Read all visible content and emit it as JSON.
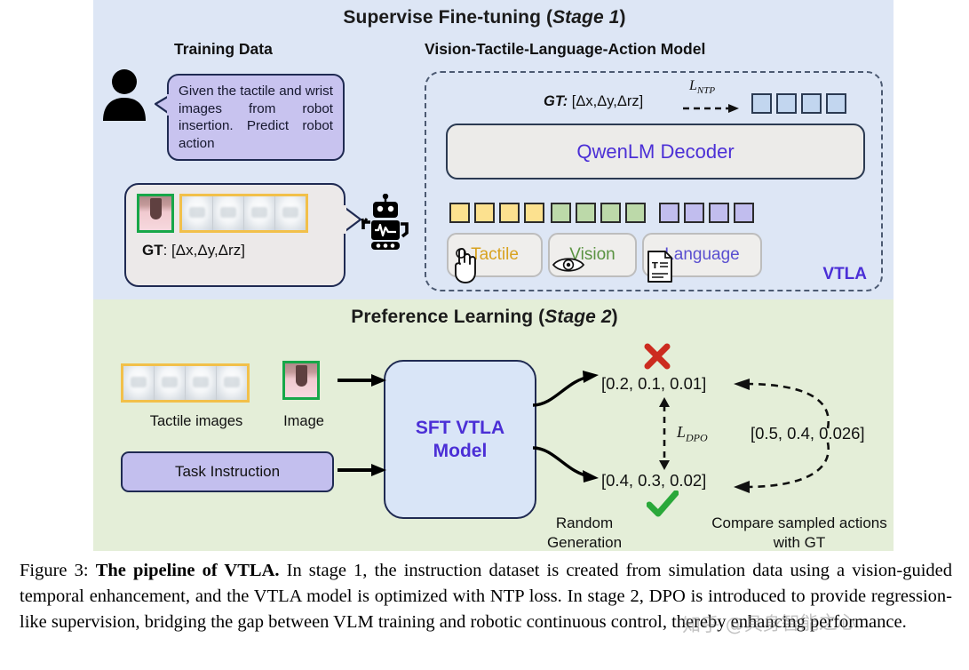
{
  "stage1": {
    "title_main": "Supervise Fine-tuning (",
    "title_italic": "Stage 1",
    "title_end": ")",
    "training_data_title": "Training Data",
    "vtla_title": "Vision-Tactile-Language-Action Model",
    "instruction_text": "Given the tactile and wrist images from robot insertion. Predict robot action",
    "gt_label_bold": "GT",
    "gt_label_rest": ": [Δx,Δy,Δrz]",
    "gt_top_bold": "GT:",
    "gt_top_rest": " [Δx,Δy,Δrz]",
    "ntp_loss": "L",
    "ntp_loss_sub": "NTP",
    "decoder_label": "QwenLM Decoder",
    "vtla_badge": "VTLA",
    "modalities": [
      {
        "label": "Tactile",
        "icon": "hand-icon",
        "color": "#d8a21f"
      },
      {
        "label": "Vision",
        "icon": "eye-icon",
        "color": "#5a9342"
      },
      {
        "label": "Language",
        "icon": "document-icon",
        "color": "#5a4fd0"
      }
    ],
    "token_counts": {
      "tactile": 4,
      "vision": 4,
      "language": 4,
      "ntp_output": 4
    }
  },
  "stage2": {
    "title_main": "Preference Learning (",
    "title_italic": "Stage 2",
    "title_end": ")",
    "tactile_images_label": "Tactile images",
    "image_label": "Image",
    "task_instruction_label": "Task Instruction",
    "model_line1": "SFT VTLA",
    "model_line2": "Model",
    "rejected_action": "[0.2, 0.1, 0.01]",
    "chosen_action": "[0.4, 0.3, 0.02]",
    "gt_action": "[0.5, 0.4, 0.026]",
    "dpo_loss": "L",
    "dpo_loss_sub": "DPO",
    "random_generation_label": "Random Generation",
    "compare_label": "Compare sampled actions with GT",
    "cross_mark": "✖",
    "check_mark": "✔"
  },
  "caption": {
    "figure_number": "Figure 3: ",
    "title": "The pipeline of VTLA.",
    "body": " In stage 1, the instruction dataset is created from simulation data using a vision-guided temporal enhancement, and the VTLA model is optimized with NTP loss. In stage 2, DPO is introduced to provide regression-like supervision, bridging the gap between VLM training and robotic continuous control, thereby enhancing performance."
  },
  "watermark": {
    "text": "知乎 @具身智能之心"
  },
  "colors": {
    "stage1_bg": "#dde6f5",
    "stage2_bg": "#e4eed8",
    "accent_purple": "#4b2fd6",
    "token_yellow": "#fce18f",
    "token_green": "#bcd9a9",
    "token_purple": "#c1bdee",
    "token_blue": "#c2d6ef",
    "tactile_frame": "#f2c04a",
    "vision_frame": "#17a749",
    "cross_red": "#cc2b1f",
    "check_green": "#2aa83a"
  }
}
